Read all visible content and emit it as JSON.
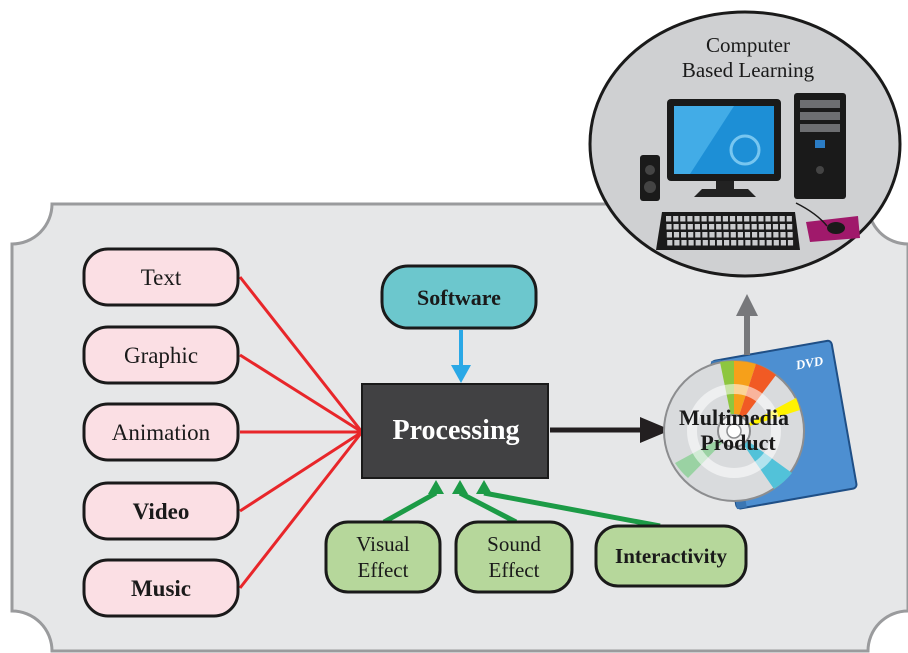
{
  "inputs": [
    {
      "label": "Text",
      "bold": false
    },
    {
      "label": "Graphic",
      "bold": false
    },
    {
      "label": "Animation",
      "bold": false
    },
    {
      "label": "Video",
      "bold": true
    },
    {
      "label": "Music",
      "bold": true
    }
  ],
  "software": {
    "label": "Software"
  },
  "processing": {
    "label": "Processing"
  },
  "effects": [
    {
      "lines": [
        "Visual",
        "Effect"
      ],
      "bold": false
    },
    {
      "lines": [
        "Sound",
        "Effect"
      ],
      "bold": false
    },
    {
      "lines": [
        "Interactivity"
      ],
      "bold": true
    }
  ],
  "product": {
    "line1": "Multimedia",
    "line2": "Product",
    "dvd_label": "DVD"
  },
  "output": {
    "line1": "Computer",
    "line2": "Based Learning"
  },
  "colors": {
    "panel_fill": "#e6e7e8",
    "panel_stroke": "#9a9b9d",
    "input_fill": "#fbdfe4",
    "input_lines": "#e8262a",
    "software_fill": "#6cc7cd",
    "software_arrow": "#2aa8e6",
    "processing_fill": "#414143",
    "effect_fill": "#b6d79b",
    "effect_lines": "#1c9b46",
    "arrow_dark": "#231f20",
    "arrow_grey": "#77787b",
    "dvd_case": "#4d8fd1",
    "ellipse_fill": "#cfd0d2"
  },
  "icons": [
    "dvd-disc-icon",
    "dvd-case-icon",
    "monitor-icon",
    "pc-tower-icon",
    "speaker-icon",
    "keyboard-icon",
    "mouse-icon"
  ]
}
